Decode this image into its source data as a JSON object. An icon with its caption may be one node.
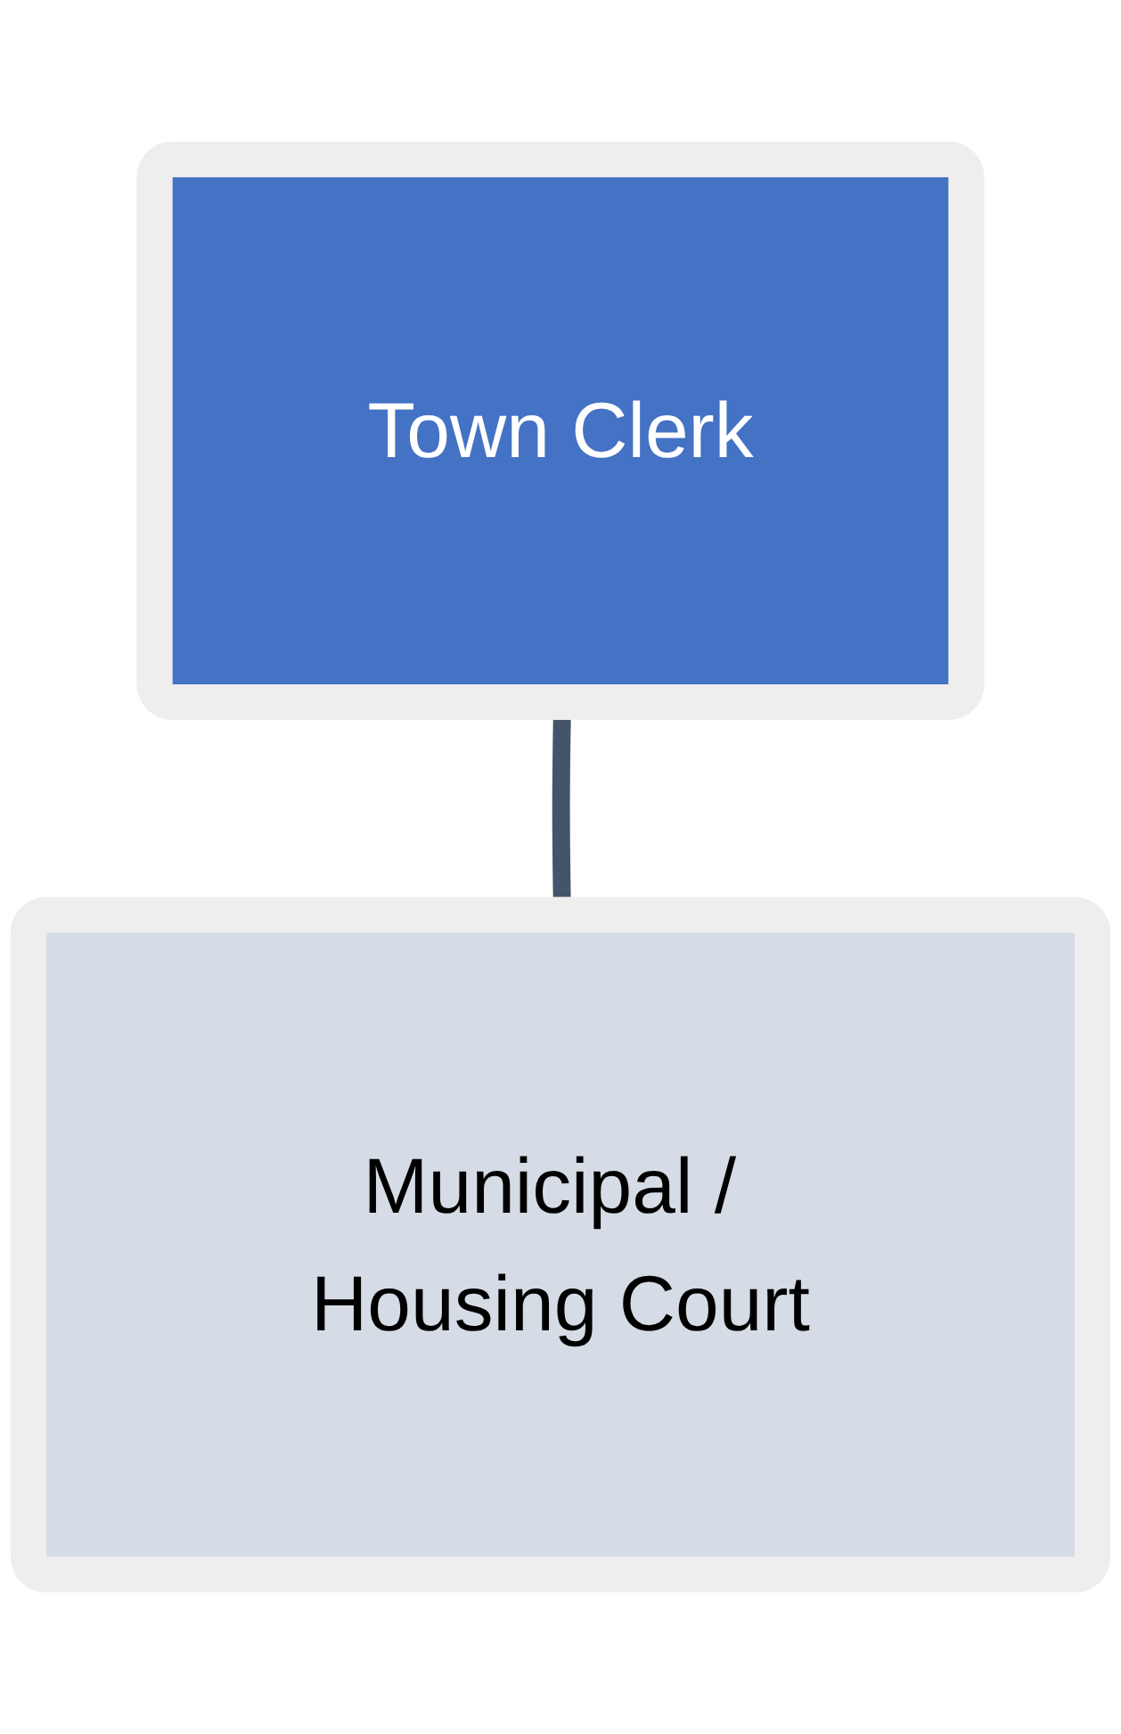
{
  "diagram": {
    "nodes": [
      {
        "text": [
          "Town Clerk"
        ]
      },
      {
        "text": [
          "Municipal / Housing Court"
        ]
      }
    ],
    "edges": [
      {
        "from": 0,
        "to": 1,
        "arrow": "none"
      }
    ]
  }
}
